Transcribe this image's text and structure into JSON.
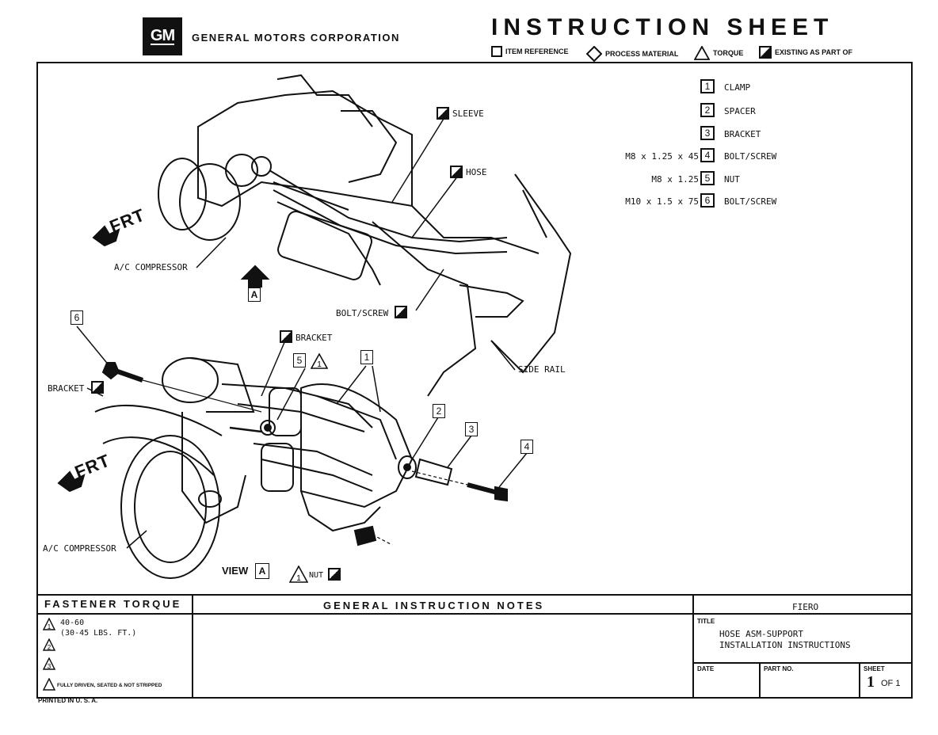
{
  "header": {
    "logo_text": "GM",
    "company": "GENERAL MOTORS CORPORATION",
    "title": "INSTRUCTION SHEET",
    "legend": {
      "item_reference": "ITEM REFERENCE",
      "process_material": "PROCESS MATERIAL",
      "torque": "TORQUE",
      "existing": "EXISTING AS PART OF"
    }
  },
  "parts": [
    {
      "num": "1",
      "spec": "",
      "name": "CLAMP"
    },
    {
      "num": "2",
      "spec": "",
      "name": "SPACER"
    },
    {
      "num": "3",
      "spec": "",
      "name": "BRACKET"
    },
    {
      "num": "4",
      "spec": "M8 x 1.25 x 45",
      "name": "BOLT/SCREW"
    },
    {
      "num": "5",
      "spec": "M8 x 1.25",
      "name": "NUT"
    },
    {
      "num": "6",
      "spec": "M10 x 1.5 x 75",
      "name": "BOLT/SCREW"
    }
  ],
  "diagram_labels": {
    "sleeve": "SLEEVE",
    "hose": "HOSE",
    "frt_top": "FRT",
    "ac_compressor_top": "A/C COMPRESSOR",
    "view_marker": "A",
    "bolt_screw": "BOLT/SCREW",
    "side_rail": "SIDE RAIL",
    "bracket_top": "BRACKET",
    "bracket_left": "BRACKET",
    "frt_bottom": "FRT",
    "ac_compressor_bottom": "A/C COMPRESSOR",
    "view_label": "VIEW",
    "view_letter": "A",
    "nut": "NUT",
    "callout_1": "1",
    "callout_2": "2",
    "callout_3": "3",
    "callout_4": "4",
    "callout_5": "5",
    "callout_6": "6"
  },
  "footer": {
    "fastener_torque_title": "FASTENER TORQUE",
    "torque_1_line1": "40-60",
    "torque_1_line2": "(30-45 LBS. FT.)",
    "torque_2": "2",
    "torque_3": "3",
    "fully_driven": "FULLY DRIVEN, SEATED & NOT STRIPPED",
    "general_notes_title": "GENERAL INSTRUCTION NOTES",
    "model": "FIERO",
    "title_label": "TITLE",
    "title_line1": "HOSE ASM-SUPPORT",
    "title_line2": "INSTALLATION INSTRUCTIONS",
    "date_label": "DATE",
    "part_no_label": "PART NO.",
    "sheet_label": "SHEET",
    "sheet_num": "1",
    "sheet_of": "OF 1",
    "printed": "PRINTED IN U. S. A."
  }
}
